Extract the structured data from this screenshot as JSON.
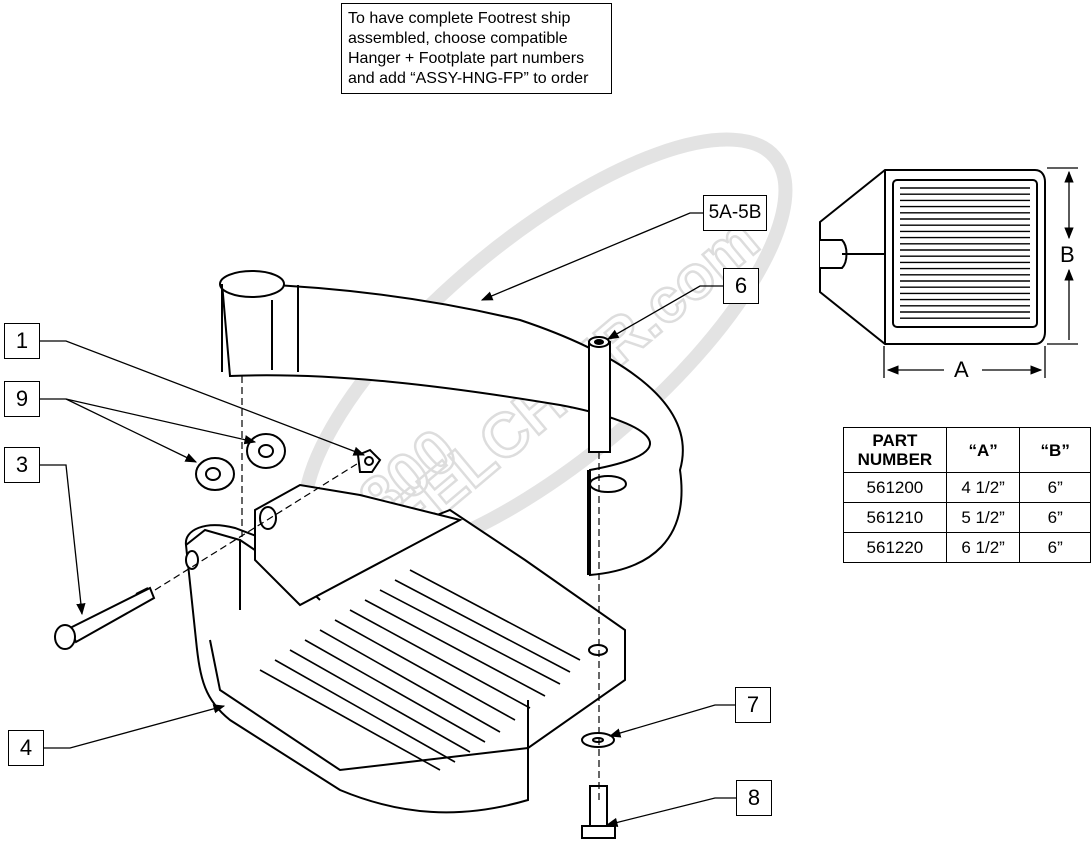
{
  "note": {
    "lines": [
      "To have complete Footrest ship",
      "assembled, choose compatible",
      "Hanger + Footplate part numbers",
      "and add “ASSY-HNG-FP” to order"
    ]
  },
  "watermark": {
    "line1": "1-800",
    "line2": "WHEELCHAIR.com"
  },
  "callouts": {
    "c1": "1",
    "c9": "9",
    "c3": "3",
    "c4": "4",
    "c5": "5A-5B",
    "c6": "6",
    "c7": "7",
    "c8": "8"
  },
  "dimensions": {
    "a": "A",
    "b": "B"
  },
  "table": {
    "headers": [
      "PART NUMBER",
      "“A”",
      "“B”"
    ],
    "rows": [
      [
        "561200",
        "4 1/2”",
        "6”"
      ],
      [
        "561210",
        "5 1/2”",
        "6”"
      ],
      [
        "561220",
        "6 1/2”",
        "6”"
      ]
    ]
  }
}
